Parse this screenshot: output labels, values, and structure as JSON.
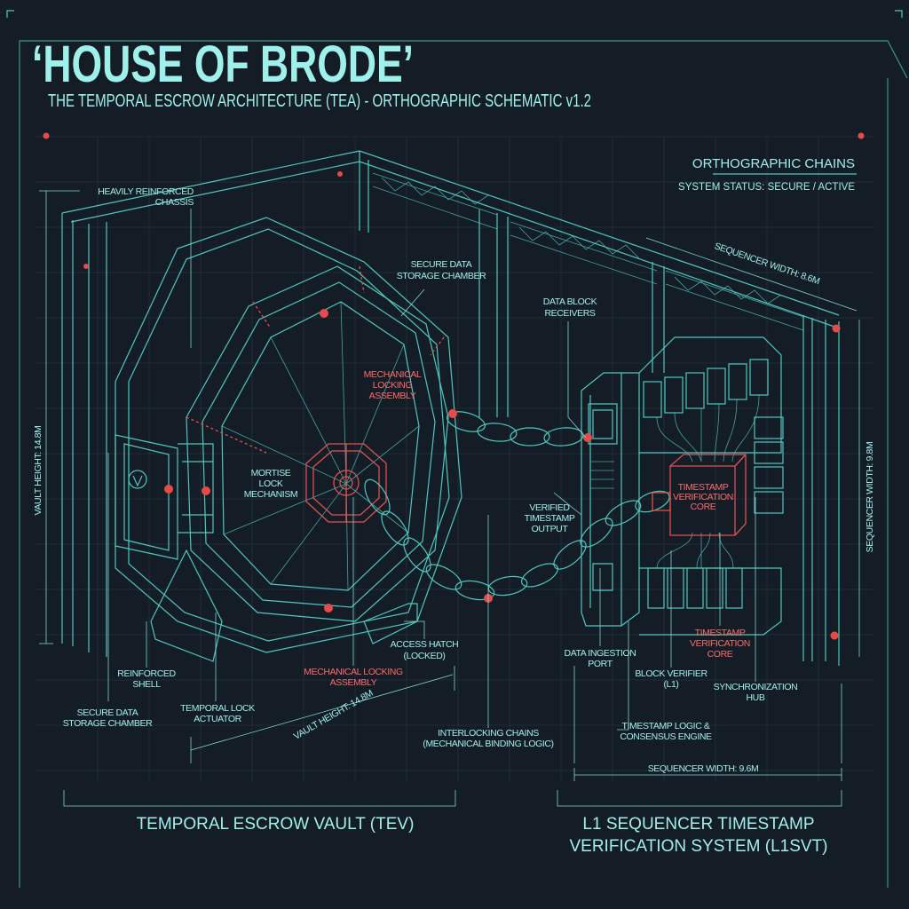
{
  "header": {
    "title": "‘HOUSE OF BRODE’",
    "subtitle": "THE TEMPORAL ESCROW ARCHITECTURE (TEA) - ORTHOGRAPHIC SCHEMATIC v1.2"
  },
  "status_panel": {
    "heading": "ORTHOGRAPHIC CHAINS",
    "status": "SYSTEM STATUS: SECURE / ACTIVE"
  },
  "colors": {
    "background": "#141c26",
    "line": "#4fc7c0",
    "text": "#9ff0ea",
    "highlight": "#e05252"
  },
  "labels": {
    "chassis": [
      "HEAVILY REINFORCED",
      "CHASSIS"
    ],
    "storage_top": [
      "SECURE DATA",
      "STORAGE CHAMBER"
    ],
    "receivers": [
      "DATA BLOCK",
      "RECEIVERS"
    ],
    "locking_top": [
      "MECHANICAL",
      "LOCKING",
      "ASSEMBLY"
    ],
    "mortise": [
      "MORTISE",
      "LOCK",
      "MECHANISM"
    ],
    "verified_output": [
      "VERIFIED",
      "TIMESTAMP",
      "OUTPUT"
    ],
    "core_box": [
      "TIMESTAMP",
      "VERIFICATION",
      "CORE"
    ],
    "access_hatch": [
      "ACCESS HATCH",
      "(LOCKED)"
    ],
    "core_bottom": [
      "TIMESTAMP",
      "VERIFICATION",
      "CORE"
    ],
    "ingestion": [
      "DATA INGESTION",
      "PORT"
    ],
    "locking_bottom": [
      "MECHANICAL LOCKING",
      "ASSEMBLY"
    ],
    "block_verifier": [
      "BLOCK VERIFIER",
      "(L1)"
    ],
    "shell": [
      "REINFORCED",
      "SHELL"
    ],
    "sync_hub": [
      "SYNCHRONIZATION",
      "HUB"
    ],
    "storage_bottom": [
      "SECURE DATA",
      "STORAGE CHAMBER"
    ],
    "actuator": [
      "TEMPORAL LOCK",
      "ACTUATOR"
    ],
    "chains": [
      "INTERLOCKING CHAINS",
      "(MECHANICAL BINDING LOGIC)"
    ],
    "consensus": [
      "TIMESTAMP LOGIC &",
      "CONSENSUS ENGINE"
    ]
  },
  "dimensions": {
    "vault_height_side": "VAULT HEIGHT: 14.8M",
    "vault_height_diag": "VAULT HEIGHT: 14.8M",
    "sequencer_width_top": "SEQUENCER WIDTH: 8.6M",
    "sequencer_width_side": "SEQUENCER WIDTH: 9.8M",
    "sequencer_width_bottom": "SEQUENCER WIDTH: 9.6M"
  },
  "sections": {
    "left": "TEMPORAL ESCROW VAULT (TEV)",
    "right": [
      "L1 SEQUENCER TIMESTAMP",
      "VERIFICATION SYSTEM (L1SVT)"
    ]
  }
}
